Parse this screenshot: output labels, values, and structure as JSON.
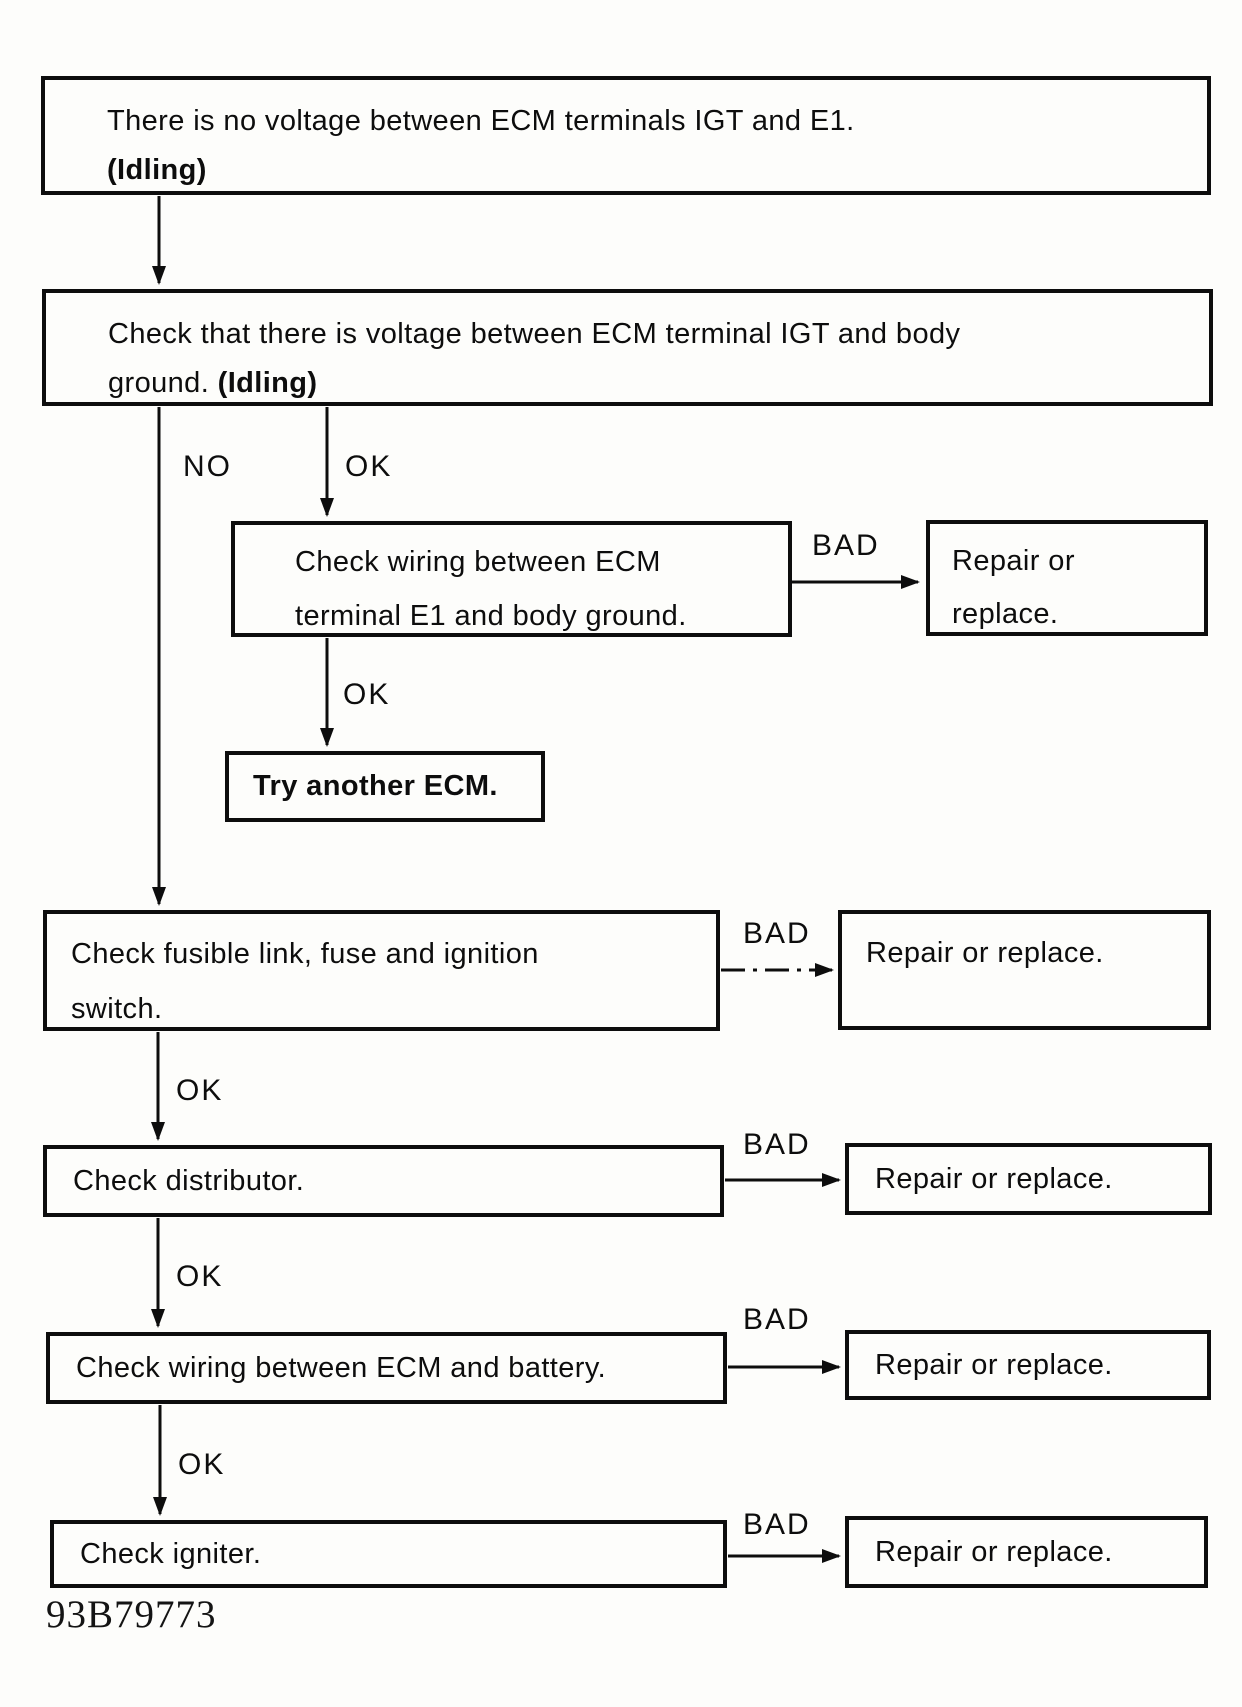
{
  "figure_code": "93B79773",
  "branch_labels": {
    "no": "NO",
    "ok": "OK",
    "bad": "BAD"
  },
  "nodes": {
    "start": {
      "line1": "There is no voltage between ECM terminals IGT and E1.",
      "line2_bold": "(Idling)"
    },
    "check_igt_voltage": {
      "line1": "Check that there is voltage between ECM terminal IGT and body",
      "line2_prefix": "ground.",
      "line2_bold": "(Idling)"
    },
    "check_wiring_e1": {
      "line1": "Check wiring between ECM",
      "line2": "terminal E1 and body ground."
    },
    "repair_two_line": {
      "line1": "Repair or",
      "line2": "replace."
    },
    "try_another_ecm": "Try another ECM.",
    "check_fusible_link": {
      "line1": "Check fusible link, fuse and ignition",
      "line2": "switch."
    },
    "check_distributor": "Check distributor.",
    "check_wiring_battery": "Check wiring between ECM and battery.",
    "check_igniter": "Check igniter.",
    "repair_or_replace": "Repair or replace."
  }
}
